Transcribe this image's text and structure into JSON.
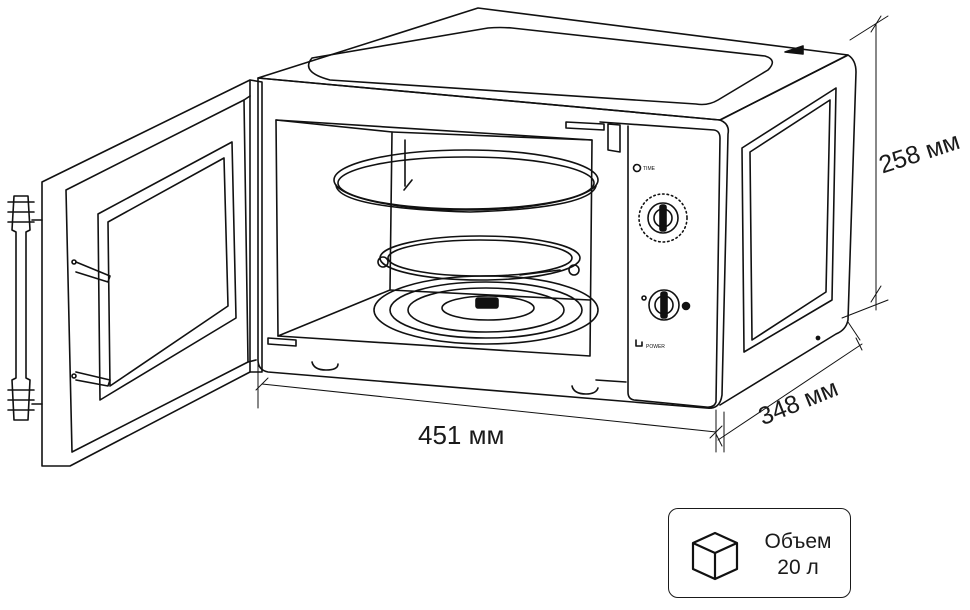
{
  "dimensions": {
    "width": "451 мм",
    "height": "258 мм",
    "depth": "348 мм"
  },
  "volume": {
    "label": "Объем",
    "value": "20 л"
  },
  "control_panel": {
    "timer_label": "TIME",
    "power_label": "POWER"
  }
}
